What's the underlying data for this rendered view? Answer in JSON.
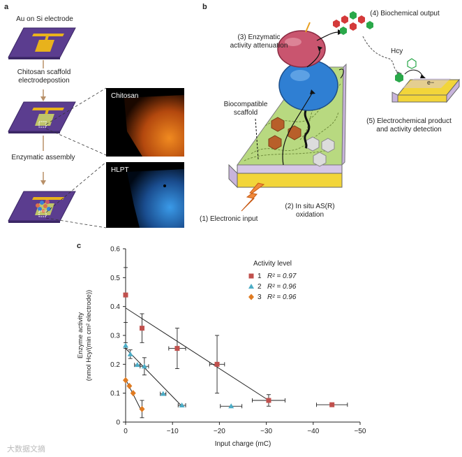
{
  "panel_a": {
    "letter": "a",
    "step1": "Au on Si electrode",
    "step2": "Chitosan scaffold electrodepostion",
    "step3": "Enzymatic assembly",
    "micro1": "Chitosan",
    "micro2": "HLPT"
  },
  "panel_b": {
    "letter": "b",
    "label1": "(1) Electronic input",
    "label2_italic": "In situ",
    "label2": "(2) In situ AS(R) oxidation",
    "label3": "(3) Enzymatic activity attenuation",
    "label4": "(4) Biochemical output",
    "label5": "(5) Electrochemical product and activity detection",
    "scaffold": "Biocompatible scaffold",
    "hcy": "Hcy",
    "electron": "e−"
  },
  "panel_c": {
    "letter": "c",
    "watermark": "大数据文摘"
  },
  "colors": {
    "purple": "#5b3d8f",
    "gold": "#e8b21c",
    "green_gel": "#b5d77a",
    "blue_enzyme": "#2f7fd3",
    "red_enzyme": "#c9556f",
    "series1": "#c0504d",
    "series2": "#4bacc6",
    "series3": "#e07b21"
  },
  "chart_data": {
    "type": "scatter",
    "xlabel": "Input charge (mC)",
    "ylabel": "Enzyme activity (nmol Hcy/(min cm² electrode))",
    "xlim": [
      0,
      -50
    ],
    "ylim": [
      0,
      0.6
    ],
    "xticks": [
      0,
      -10,
      -20,
      -30,
      -40,
      -50
    ],
    "yticks": [
      0,
      0.1,
      0.2,
      0.3,
      0.4,
      0.5,
      0.6
    ],
    "xticklabels": [
      "0",
      "−10",
      "−20",
      "−30",
      "−40",
      "−50"
    ],
    "yticklabels": [
      "0",
      "0.1",
      "0.2",
      "0.3",
      "0.4",
      "0.5",
      "0.6"
    ],
    "legend_title": "Activity level",
    "legend_position": "top-right",
    "series": [
      {
        "name": "1",
        "r2": "R² = 0.97",
        "marker": "square",
        "color": "#c0504d",
        "points": [
          {
            "x": 0,
            "y": 0.44,
            "xerr": 0,
            "yerr": 0.095
          },
          {
            "x": -3.5,
            "y": 0.325,
            "xerr": 0,
            "yerr": 0.05
          },
          {
            "x": -11,
            "y": 0.255,
            "xerr": 1.8,
            "yerr": 0.07
          },
          {
            "x": -19.5,
            "y": 0.2,
            "xerr": 1.6,
            "yerr": 0.1
          },
          {
            "x": -30.5,
            "y": 0.075,
            "xerr": 3.5,
            "yerr": 0.02
          },
          {
            "x": -44,
            "y": 0.06,
            "xerr": 3.3,
            "yerr": 0
          }
        ],
        "fit": {
          "x": [
            0,
            -30.5
          ],
          "y": [
            0.395,
            0.075
          ]
        }
      },
      {
        "name": "2",
        "r2": "R² = 0.96",
        "marker": "triangle",
        "color": "#4bacc6",
        "points": [
          {
            "x": 0,
            "y": 0.265,
            "xerr": 0,
            "yerr": 0.01
          },
          {
            "x": -1,
            "y": 0.235,
            "xerr": 0,
            "yerr": 0.015
          },
          {
            "x": -2.5,
            "y": 0.198,
            "xerr": 0.6,
            "yerr": 0
          },
          {
            "x": -4,
            "y": 0.193,
            "xerr": 0.9,
            "yerr": 0.03
          },
          {
            "x": -8,
            "y": 0.098,
            "xerr": 0.6,
            "yerr": 0
          },
          {
            "x": -12,
            "y": 0.058,
            "xerr": 0.8,
            "yerr": 0
          },
          {
            "x": -22.5,
            "y": 0.055,
            "xerr": 2.3,
            "yerr": 0
          }
        ],
        "fit": {
          "x": [
            0,
            -12
          ],
          "y": [
            0.255,
            0.055
          ]
        }
      },
      {
        "name": "3",
        "r2": "R² = 0.96",
        "marker": "diamond",
        "color": "#e07b21",
        "points": [
          {
            "x": 0,
            "y": 0.145,
            "xerr": 0,
            "yerr": 0
          },
          {
            "x": -0.8,
            "y": 0.125,
            "xerr": 0,
            "yerr": 0
          },
          {
            "x": -1.6,
            "y": 0.1,
            "xerr": 0,
            "yerr": 0
          },
          {
            "x": -3.5,
            "y": 0.045,
            "xerr": 0,
            "yerr": 0.03
          }
        ],
        "fit": {
          "x": [
            0,
            -3.5
          ],
          "y": [
            0.148,
            0.035
          ]
        }
      }
    ]
  }
}
